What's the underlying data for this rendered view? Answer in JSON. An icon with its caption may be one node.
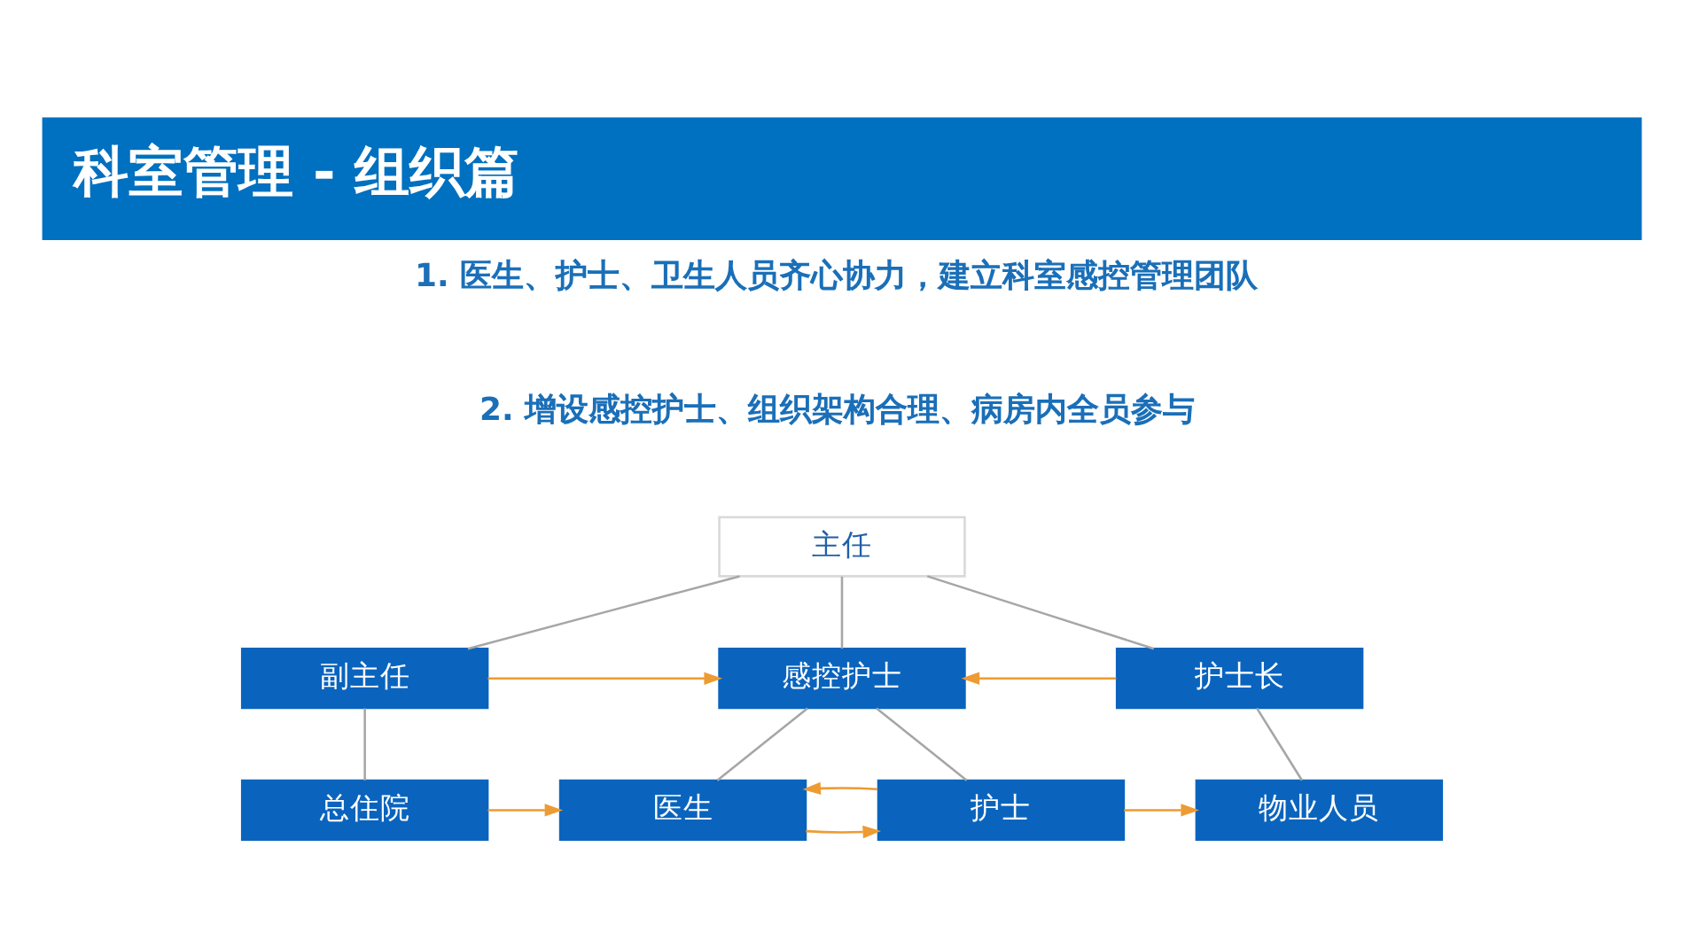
{
  "diagram": {
    "title": "科室管理 - 组织篇",
    "nodes": [
      {
        "text": [
          "主任"
        ]
      },
      {
        "text": [
          "副主任"
        ]
      },
      {
        "text": [
          "感控护士"
        ]
      },
      {
        "text": [
          "护士长"
        ]
      },
      {
        "text": [
          "总住院"
        ]
      },
      {
        "text": [
          "医生"
        ]
      },
      {
        "text": [
          "护士"
        ]
      },
      {
        "text": [
          "物业人员"
        ]
      }
    ],
    "edges": [
      {
        "from": 0,
        "to": 1,
        "arrow": "none"
      },
      {
        "from": 0,
        "to": 2,
        "arrow": "none"
      },
      {
        "from": 0,
        "to": 3,
        "arrow": "none"
      },
      {
        "from": 1,
        "to": 2,
        "arrow": "to",
        "color": "#ed9b33"
      },
      {
        "from": 3,
        "to": 2,
        "arrow": "to",
        "color": "#ed9b33"
      },
      {
        "from": 1,
        "to": 4,
        "arrow": "none"
      },
      {
        "from": 2,
        "to": 5,
        "arrow": "none"
      },
      {
        "from": 2,
        "to": 6,
        "arrow": "none"
      },
      {
        "from": 3,
        "to": 7,
        "arrow": "none"
      },
      {
        "from": 4,
        "to": 5,
        "arrow": "to",
        "color": "#ed9b33"
      },
      {
        "from": 5,
        "to": 6,
        "arrow": "to",
        "color": "#ed9b33"
      },
      {
        "from": 6,
        "to": 5,
        "arrow": "to",
        "color": "#ed9b33"
      },
      {
        "from": 6,
        "to": 7,
        "arrow": "to",
        "color": "#ed9b33"
      }
    ],
    "labels": [
      "1. 医生、护士、卫生人员齐心协力，建立科室感控管理团队",
      "2. 增设感控护士、组织架构合理、病房内全员参与"
    ]
  }
}
